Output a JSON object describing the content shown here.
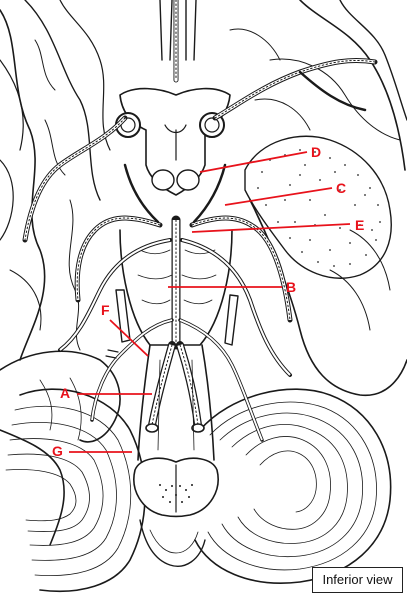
{
  "figure": {
    "view_caption": "Inferior view"
  },
  "labels": [
    {
      "key": "A",
      "text": "A"
    },
    {
      "key": "B",
      "text": "B"
    },
    {
      "key": "C",
      "text": "C"
    },
    {
      "key": "D",
      "text": "D"
    },
    {
      "key": "E",
      "text": "E"
    },
    {
      "key": "F",
      "text": "F"
    },
    {
      "key": "G",
      "text": "G"
    }
  ],
  "colors": {
    "label": "#e8121b",
    "ink": "#1a1a1a",
    "stipple": "#555555"
  }
}
